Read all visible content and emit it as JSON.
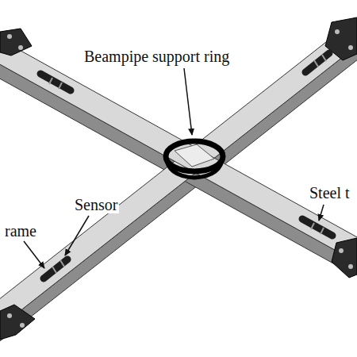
{
  "diagram": {
    "labels": [
      "Beampipe support ring",
      "Steel t",
      "Sensor",
      "rame"
    ]
  }
}
